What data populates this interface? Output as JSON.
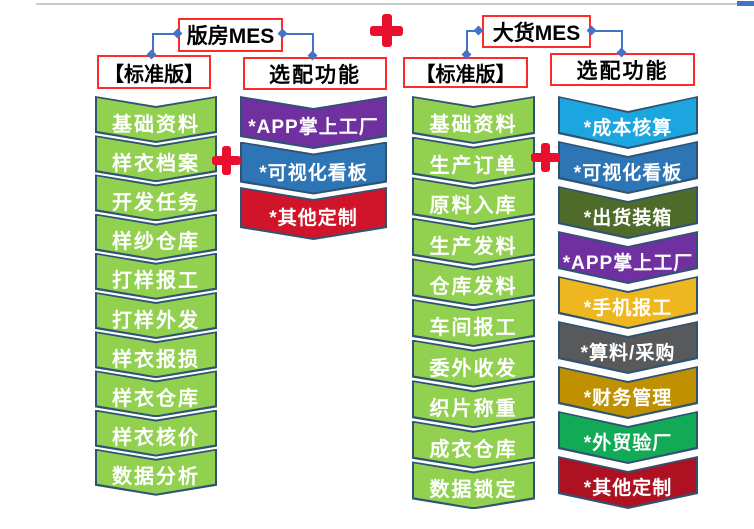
{
  "page": {
    "background": "#ffffff",
    "top_rule_color": "#c9c9c9",
    "top_rule_accent_color": "#4472c4"
  },
  "palette": {
    "standard_fill": "#92d050",
    "chevron_border": "#2f5372",
    "header_border": "#ff2a2a",
    "header_text": "#000000",
    "connector": "#4472c4",
    "plus": "#e8102e",
    "item_text": "#ffffff"
  },
  "trees": [
    {
      "title": "版房MES",
      "standard_header": "【标准版】",
      "optional_header": "选配功能",
      "standard_items": [
        "基础资料",
        "样衣档案",
        "开发任务",
        "样纱仓库",
        "打样报工",
        "打样外发",
        "样衣报损",
        "样衣仓库",
        "样衣核价",
        "数据分析"
      ],
      "optional_items": [
        {
          "label": "*APP掌上工厂",
          "color": "#7030a0"
        },
        {
          "label": "*可视化看板",
          "color": "#2e75b6"
        },
        {
          "label": "*其他定制",
          "color": "#d0152b"
        }
      ]
    },
    {
      "title": "大货MES",
      "standard_header": "【标准版】",
      "optional_header": "选配功能",
      "standard_items": [
        "基础资料",
        "生产订单",
        "原料入库",
        "生产发料",
        "仓库发料",
        "车间报工",
        "委外收发",
        "织片称重",
        "成衣仓库",
        "数据锁定"
      ],
      "optional_items": [
        {
          "label": "*成本核算",
          "color": "#1ca6e0"
        },
        {
          "label": "*可视化看板",
          "color": "#2e75b6"
        },
        {
          "label": "*出货装箱",
          "color": "#4e6b29"
        },
        {
          "label": "*APP掌上工厂",
          "color": "#7030a0"
        },
        {
          "label": "*手机报工",
          "color": "#efb71f"
        },
        {
          "label": "*算料/采购",
          "color": "#58595b"
        },
        {
          "label": "*财务管理",
          "color": "#bf9000"
        },
        {
          "label": "*外贸验厂",
          "color": "#12a957"
        },
        {
          "label": "*其他定制",
          "color": "#ae1222"
        }
      ]
    }
  ]
}
